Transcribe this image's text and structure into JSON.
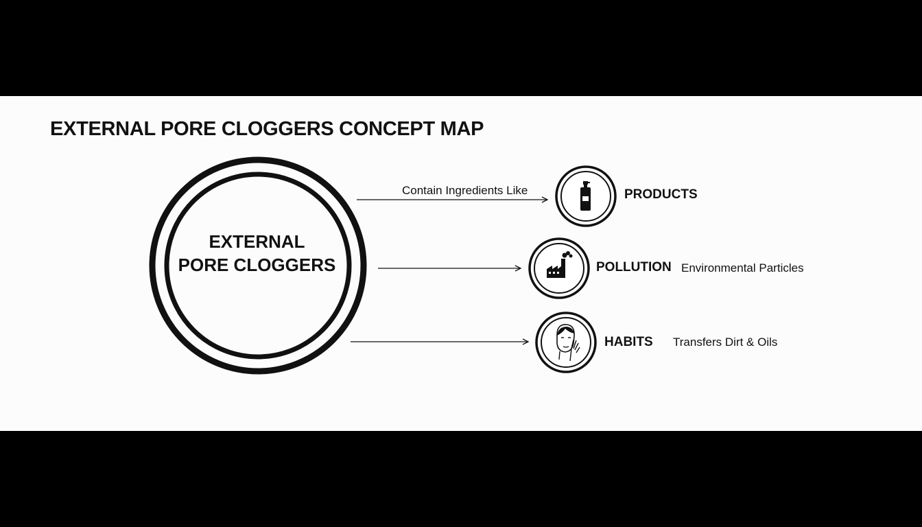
{
  "title": "EXTERNAL PORE CLOGGERS CONCEPT MAP",
  "center": {
    "line1": "EXTERNAL",
    "line2": "PORE CLOGGERS"
  },
  "nodes": [
    {
      "label": "PRODUCTS",
      "connector_label": "Contain Ingredients Like",
      "description": "",
      "icon": "bottle-icon"
    },
    {
      "label": "POLLUTION",
      "connector_label": "",
      "description": "Environmental Particles",
      "icon": "factory-icon"
    },
    {
      "label": "HABITS",
      "connector_label": "",
      "description": "Transfers Dirt & Oils",
      "icon": "face-touch-icon"
    }
  ],
  "colors": {
    "background": "#fcfcfc",
    "ink": "#111111",
    "letterbox": "#000000"
  }
}
